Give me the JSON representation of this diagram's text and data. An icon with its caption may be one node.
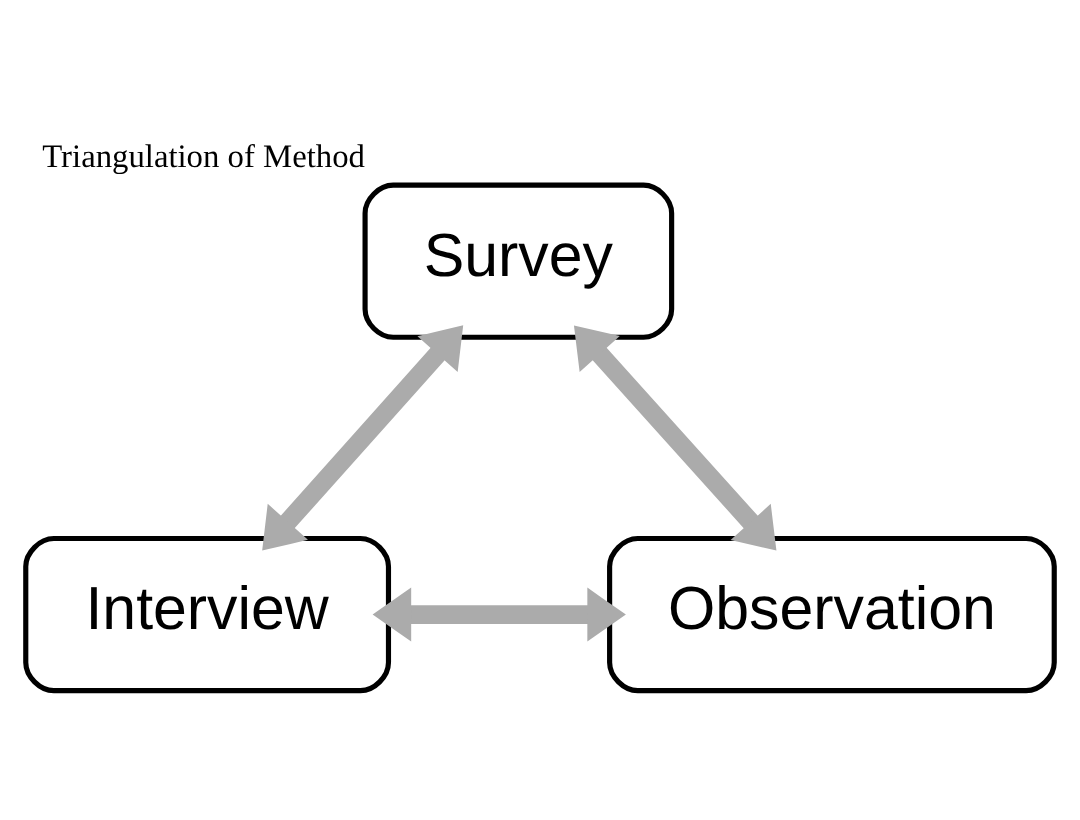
{
  "diagram": {
    "caption": "Triangulation of Method",
    "nodes": [
      {
        "text": [
          "Survey"
        ]
      },
      {
        "text": [
          "Interview"
        ]
      },
      {
        "text": [
          "Observation"
        ]
      }
    ],
    "edges": [
      {
        "from": 0,
        "to": 1,
        "arrow": "both"
      },
      {
        "from": 0,
        "to": 2,
        "arrow": "both"
      },
      {
        "from": 1,
        "to": 2,
        "arrow": "both"
      }
    ]
  }
}
